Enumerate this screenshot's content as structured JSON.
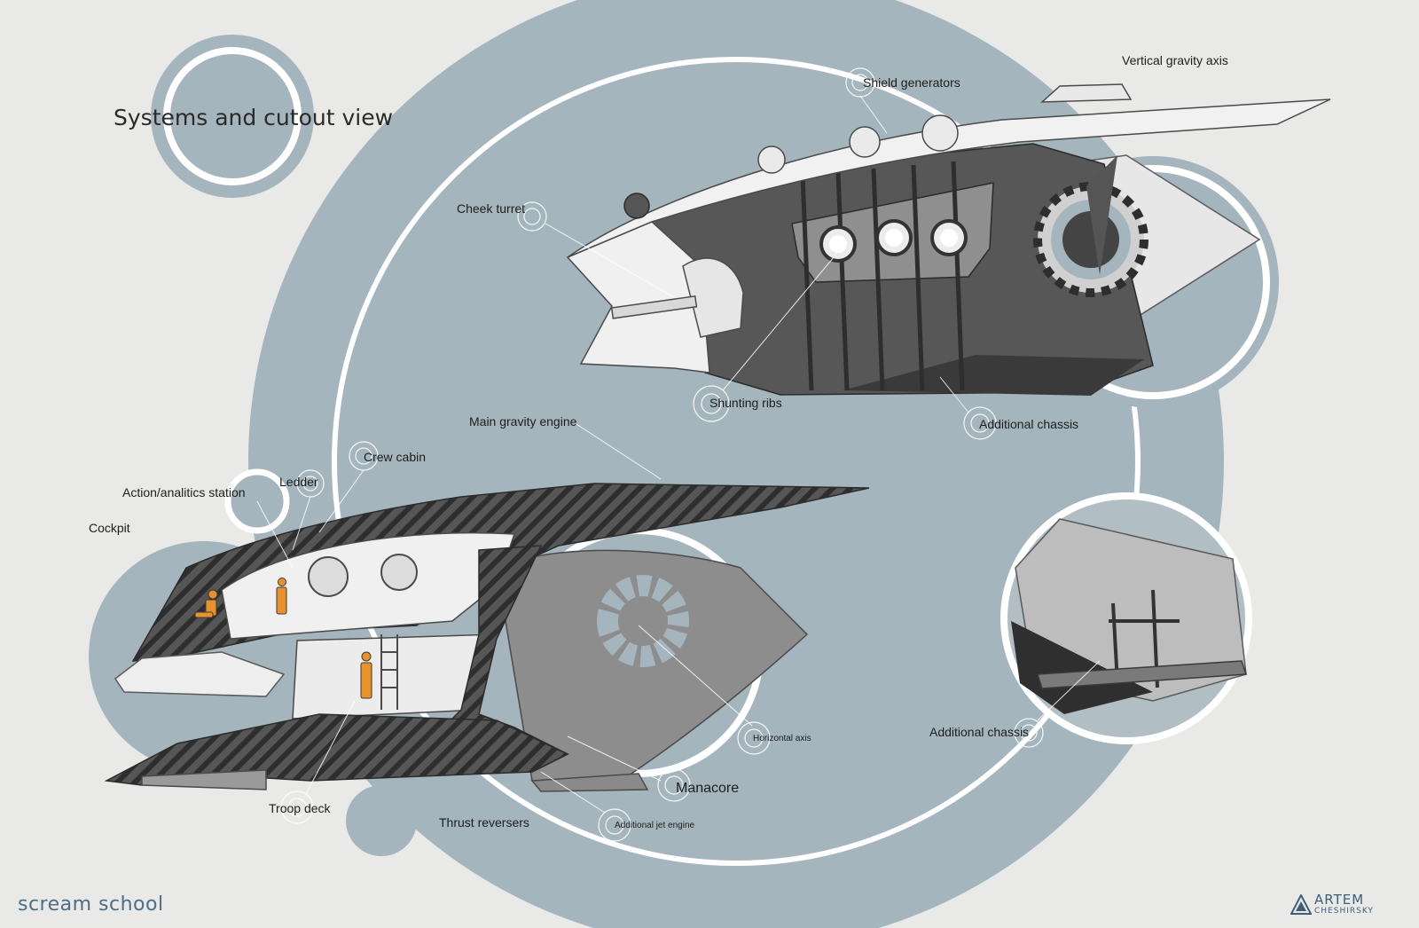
{
  "title": "Systems and cutout view",
  "branding": {
    "school": "scream school",
    "author_line1": "ARTEM",
    "author_line2": "CHESHIRSKY"
  },
  "labels": {
    "vertical_gravity_axis": "Vertical gravity axis",
    "shield_generators": "Shield generators",
    "cheek_turret": "Cheek turret",
    "shunting_ribs": "Shunting ribs",
    "additional_chassis_top": "Additional chassis",
    "main_gravity_engine": "Main gravity engine",
    "crew_cabin": "Crew cabin",
    "ledder": "Ledder",
    "action_analitics_station": "Action/analitics station",
    "cockpit": "Cockpit",
    "horizontal_axis": "Horizontal axis",
    "manacore": "Manacore",
    "additional_chassis_detail": "Additional chassis",
    "troop_deck": "Troop deck",
    "thrust_reversers": "Thrust reversers",
    "additional_jet_engine": "Additional jet engine"
  },
  "colors": {
    "background": "#e9e9e8",
    "circle_fill": "#a5b5bd",
    "ring": "#ffffff",
    "hull_light": "#f2f2f2",
    "hull_dark": "#4e4e4e",
    "hull_mid": "#8d8d8d",
    "crew_accent": "#e8922a",
    "brand": "#4d6f86"
  }
}
